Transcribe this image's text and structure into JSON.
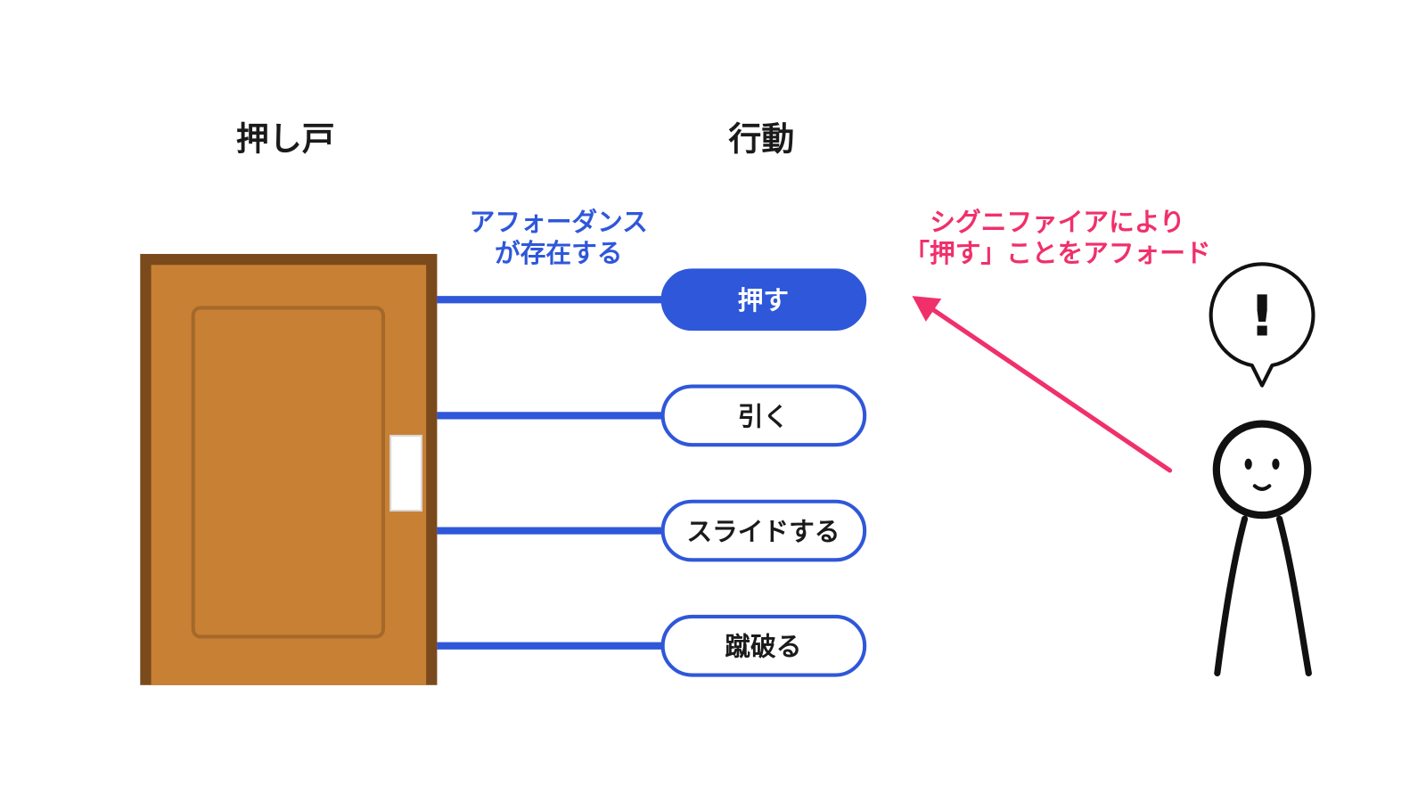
{
  "titles": {
    "door": "押し戸",
    "actions": "行動"
  },
  "affordance_note": {
    "line1": "アフォーダンス",
    "line2": "が存在する"
  },
  "signifier_note": {
    "line1": "シグニファイアにより",
    "line2": "「押す」ことをアフォード"
  },
  "actions": [
    {
      "label": "押す",
      "highlighted": true
    },
    {
      "label": "引く",
      "highlighted": false
    },
    {
      "label": "スライドする",
      "highlighted": false
    },
    {
      "label": "蹴破る",
      "highlighted": false
    }
  ],
  "bubble": {
    "mark": "!"
  },
  "colors": {
    "affordance_blue": "#2f57d9",
    "signifier_pink": "#f0306b",
    "door_frame": "#7a4a1c",
    "door_body": "#c88034",
    "door_panel_line": "#a4692a",
    "figure_ink": "#111111"
  }
}
